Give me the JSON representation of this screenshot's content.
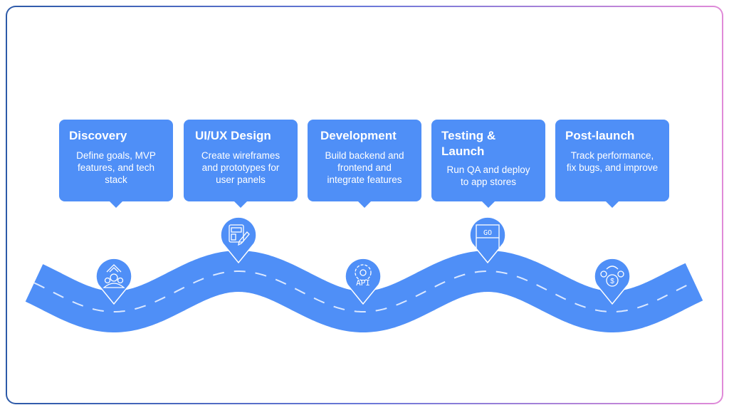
{
  "colors": {
    "accent": "#4f8ff7",
    "dash": "#dbe8ff"
  },
  "steps": [
    {
      "title": "Discovery",
      "description": "Define goals, MVP features, and tech stack",
      "icon": "team-growth-icon"
    },
    {
      "title": "UI/UX Design",
      "description": "Create wireframes and prototypes for user panels",
      "icon": "wireframe-pencil-icon"
    },
    {
      "title": "Development",
      "description": "Build backend and frontend and integrate features",
      "icon": "api-gear-icon",
      "icon_text": "API"
    },
    {
      "title": "Testing & Launch",
      "description": "Run QA and deploy to app stores",
      "icon": "go-flag-icon",
      "icon_text": "GO"
    },
    {
      "title": "Post-launch",
      "description": "Track performance, fix bugs, and improve",
      "icon": "money-cycle-icon",
      "icon_text": "$"
    }
  ]
}
